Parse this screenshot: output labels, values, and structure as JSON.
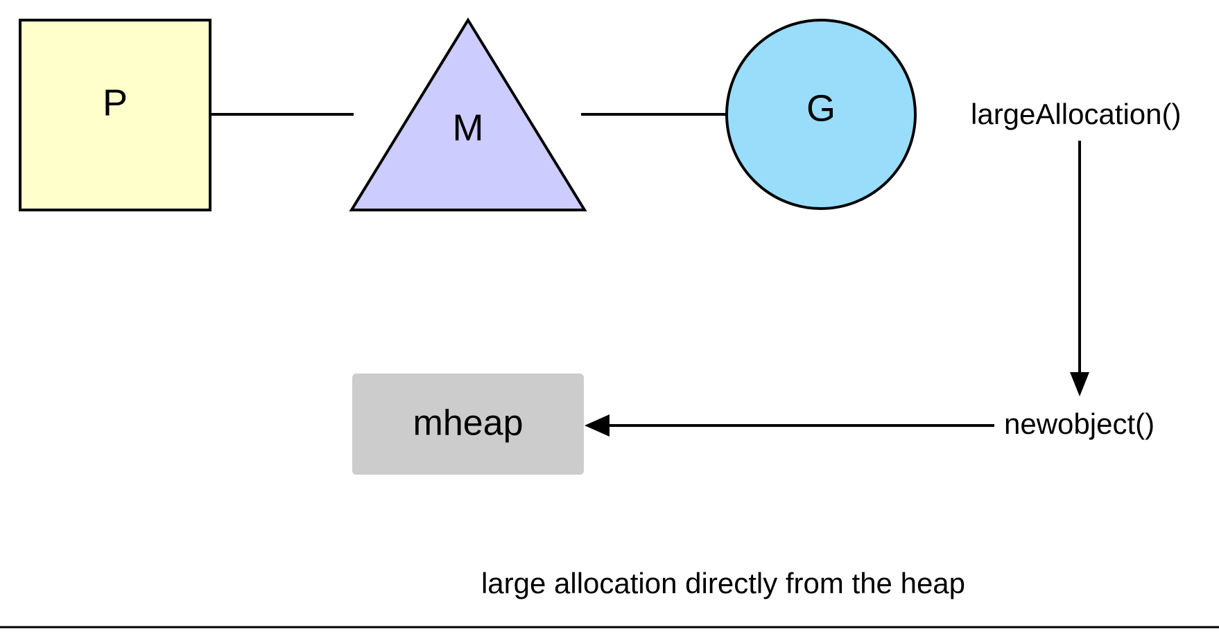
{
  "diagram": {
    "title": "large allocation directly from the heap",
    "nodes": {
      "p": {
        "label": "P",
        "shape": "square",
        "fill": "#FFFFCC",
        "stroke": "#000000"
      },
      "m": {
        "label": "M",
        "shape": "triangle",
        "fill": "#CCCCFF",
        "stroke": "#000000"
      },
      "g": {
        "label": "G",
        "shape": "circle",
        "fill": "#99DDFB",
        "stroke": "#000000"
      },
      "mheap": {
        "label": "mheap",
        "shape": "rounded-rectangle",
        "fill": "#CCCCCC",
        "stroke": "none"
      }
    },
    "calls": {
      "large_allocation": "largeAllocation()",
      "newobject": "newobject()"
    },
    "connectors": {
      "p_to_m": "plain-line",
      "m_to_g": "plain-line",
      "large_allocation_to_newobject": "arrow-down",
      "newobject_to_mheap": "arrow-left"
    },
    "caption": "large allocation directly from the heap"
  }
}
